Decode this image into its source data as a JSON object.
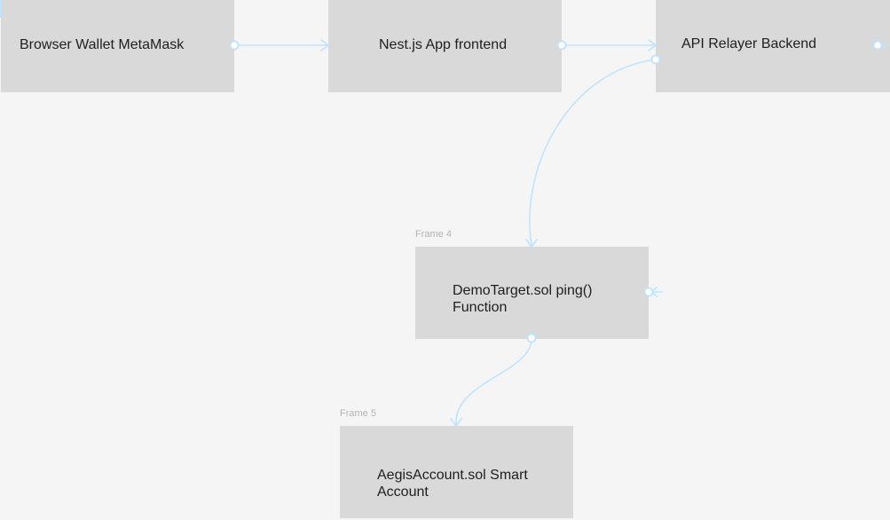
{
  "canvas": {
    "background": "#f5f5f5",
    "frame_fill": "#d9d9d9",
    "connector_color": "#bfe4ff"
  },
  "frames": {
    "wallet": {
      "text": "Browser Wallet MetaMask"
    },
    "frontend": {
      "text": "Nest.js App frontend"
    },
    "backend": {
      "text": "API Relayer Backend"
    },
    "demo_target": {
      "label": "Frame 4",
      "text": "DemoTarget.sol ping()\nFunction"
    },
    "aegis_account": {
      "label": "Frame 5",
      "text": "AegisAccount.sol Smart\nAccount"
    }
  },
  "connectors": [
    {
      "from": "Browser Wallet MetaMask",
      "to": "Nest.js App frontend"
    },
    {
      "from": "Nest.js App frontend",
      "to": "API Relayer Backend"
    },
    {
      "from": "API Relayer Backend",
      "to": "DemoTarget.sol ping() Function"
    },
    {
      "from": "DemoTarget.sol ping() Function",
      "to": "AegisAccount.sol Smart Account"
    }
  ]
}
